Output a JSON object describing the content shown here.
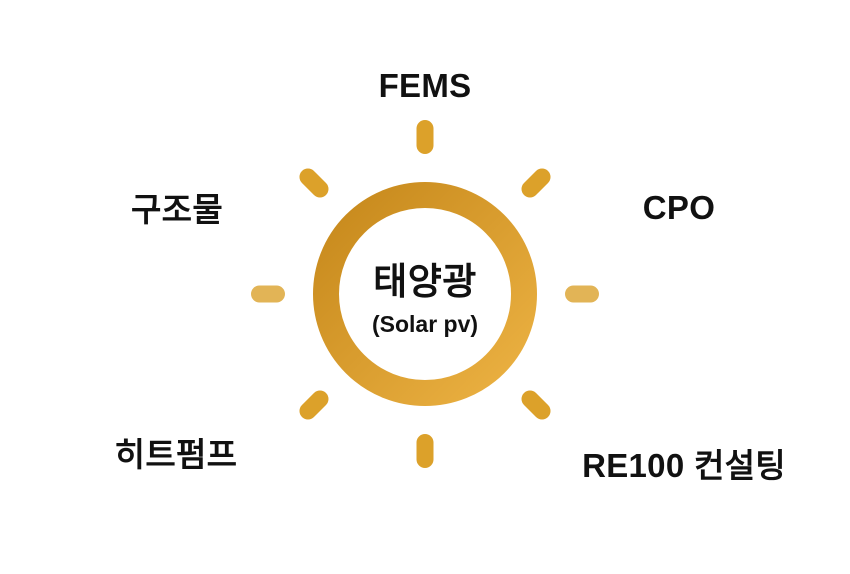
{
  "diagram": {
    "center": {
      "title": "태양광",
      "subtitle": "(Solar pv)"
    },
    "labels": {
      "top": "FEMS",
      "top_left": "구조물",
      "right": "CPO",
      "bottom_left": "히트펌프",
      "bottom_right": "RE100 컨설팅"
    },
    "colors": {
      "ring_gradient_start": "#c6881b",
      "ring_gradient_end": "#ecb243",
      "ray": "#dca12a",
      "ray_light": "#e2b456",
      "text": "#111111",
      "background": "#ffffff"
    }
  }
}
